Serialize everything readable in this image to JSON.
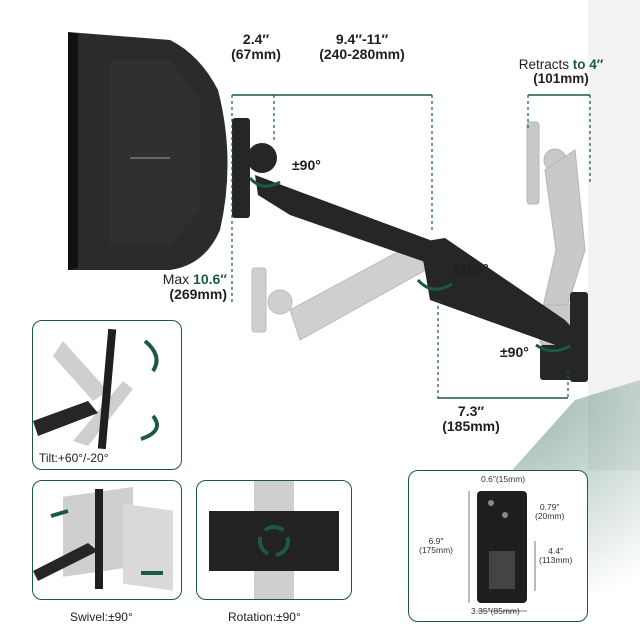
{
  "colors": {
    "accent": "#1a5a45",
    "arm": "#222222",
    "ghost": "#c8c8c8",
    "wall": "#f1f1f1"
  },
  "dims": {
    "offset": {
      "inch": "2.4″",
      "mm": "(67mm)"
    },
    "reach": {
      "inch": "9.4″-11″",
      "mm": "(240-280mm)"
    },
    "retract": {
      "prefix": "Retracts ",
      "hl": "to 4″",
      "mm": "(101mm)"
    },
    "rot_top": "±90°",
    "rot_mid": "±180°",
    "rot_low": "±90°",
    "max": {
      "prefix": "Max ",
      "hl": "10.6″",
      "mm": "(269mm)"
    },
    "depth": {
      "inch": "7.3″",
      "mm": "(185mm)"
    }
  },
  "panels": {
    "tilt": "Tilt:+60°/-20°",
    "swivel": "Swivel:±90°",
    "rotation": "Rotation:±90°"
  },
  "plate": {
    "hole_w": {
      "inch": "0.6″",
      "mm": "(15mm)"
    },
    "top_gap": {
      "inch": "0.79″",
      "mm": "(20mm)"
    },
    "height": {
      "inch": "6.9″",
      "mm": "(175mm)"
    },
    "hole_h": {
      "inch": "4.4″",
      "mm": "(113mm)"
    },
    "width": {
      "inch": "3.35″",
      "mm": "(85mm)"
    }
  }
}
